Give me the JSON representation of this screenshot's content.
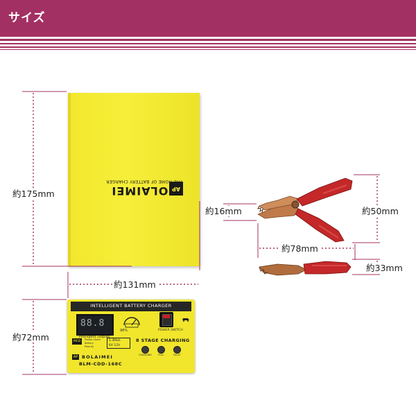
{
  "header": {
    "title": "サイズ",
    "color": "#a33062"
  },
  "dimensions": {
    "height_box": "約175mm",
    "width_box": "約131mm",
    "depth_panel": "約72mm",
    "clip_jaw": "約16mm",
    "clip_height": "約50mm",
    "clip_length": "約78mm",
    "clip_small": "約33mm",
    "line_color": "#a33062"
  },
  "product": {
    "case_color": "#f4ec33",
    "brand": "BOLAIMEI",
    "slogan": "THE HOME OF BATTERY CHARGER",
    "panel_title": "INTELLIGENT BATTERY CHARGER",
    "display_value": "88.8",
    "display_label": "Intelligent Display",
    "gauge_label": "98%",
    "switch_label": "POWER SWITCH",
    "stage_text": "8 STAGE CHARGING",
    "led_labels": [
      "CHARGING",
      "FULL",
      "FAULT"
    ],
    "spec_lines": [
      "1.3Mah",
      "6V 12V"
    ],
    "warn_label": "MCB",
    "warn_lines": [
      "Please Check",
      "Battery",
      "Polarity"
    ],
    "panel_brand": "BOLAIMEI",
    "panel_model": "BLM-CDD-168C",
    "clip_jaw_color": "#c07a4a",
    "clip_handle_color": "#c42828"
  }
}
